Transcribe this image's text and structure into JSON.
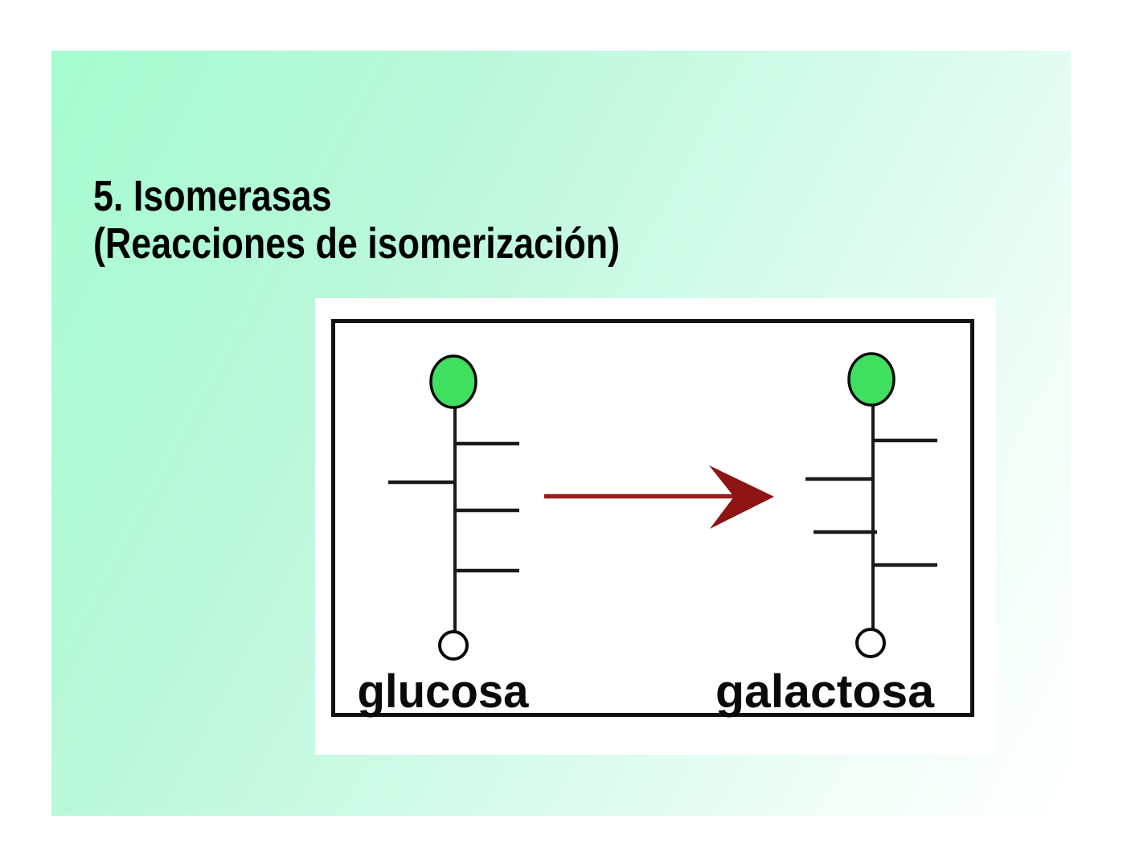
{
  "slide": {
    "title": {
      "line1": "5. Isomerasas",
      "line2": "(Reacciones de isomerización)"
    },
    "background_gradient": {
      "from": "#a5fbcf",
      "mid": "#d9fbec",
      "to": "#ffffff"
    }
  },
  "diagram": {
    "reaction": {
      "direction": "left-to-right",
      "substrate": {
        "label": "glucosa",
        "head_icon": "green-filled-circle",
        "tail_icon": "small-open-circle",
        "branch_sides_top_to_bottom": [
          "right",
          "left",
          "right",
          "right"
        ]
      },
      "product": {
        "label": "galactosa",
        "head_icon": "green-filled-circle",
        "tail_icon": "small-open-circle",
        "branch_sides_top_to_bottom": [
          "right",
          "left",
          "left",
          "right"
        ]
      },
      "arrow_icon": "right-arrow"
    },
    "colors": {
      "monosaccharide_fill": "#3fdf5f",
      "outline": "#1a1a1a",
      "arrow_head": "#8e1313",
      "arrow_shaft": "#9b1c1c",
      "panel_background": "#ffffff"
    }
  }
}
